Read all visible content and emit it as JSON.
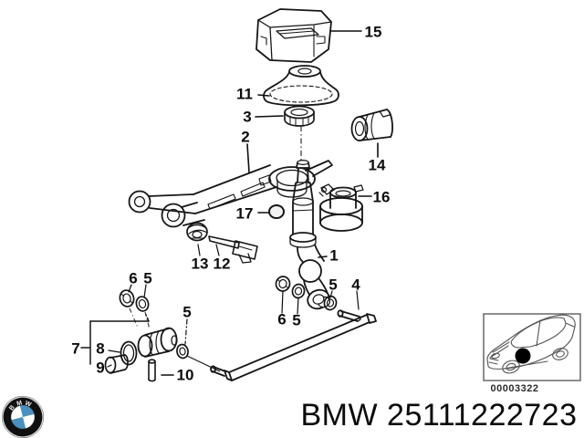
{
  "colors": {
    "line": "#161616",
    "background": "#ffffff",
    "bmw_roundel_blue": "#4a8fc0",
    "bmw_roundel_ring": "#101010"
  },
  "footer": {
    "part_number_text": "BMW 25111222723"
  },
  "vehicle_inset": {
    "caption": "00003322"
  },
  "logo": {
    "letters": [
      "B",
      "M",
      "W"
    ]
  },
  "diagram": {
    "callouts": [
      {
        "label": "15"
      },
      {
        "label": "11"
      },
      {
        "label": "3"
      },
      {
        "label": "2"
      },
      {
        "label": "14"
      },
      {
        "label": "16"
      },
      {
        "label": "17"
      },
      {
        "label": "1"
      },
      {
        "label": "13"
      },
      {
        "label": "12"
      },
      {
        "label": "6"
      },
      {
        "label": "5"
      },
      {
        "label": "5"
      },
      {
        "label": "5"
      },
      {
        "label": "4"
      },
      {
        "label": "6"
      },
      {
        "label": "5"
      },
      {
        "label": "7"
      },
      {
        "label": "8"
      },
      {
        "label": "9"
      },
      {
        "label": "10"
      }
    ]
  }
}
